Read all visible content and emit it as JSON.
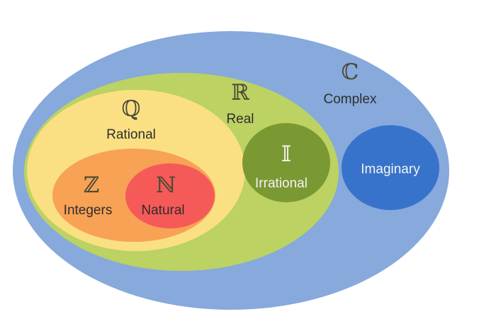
{
  "diagram": {
    "sets": {
      "complex": {
        "symbol": "ℂ",
        "name": "Complex",
        "color": "#87a9dc"
      },
      "real": {
        "symbol": "ℝ",
        "name": "Real",
        "color": "#bcd262"
      },
      "rational": {
        "symbol": "ℚ",
        "name": "Rational",
        "color": "#fbe083"
      },
      "integers": {
        "symbol": "ℤ",
        "name": "Integers",
        "color": "#f8a255"
      },
      "natural": {
        "symbol": "ℕ",
        "name": "Natural",
        "color": "#f55a58"
      },
      "irrational": {
        "symbol": "𝕀",
        "name": "Irrational",
        "color": "#7b9933"
      },
      "imaginary": {
        "name": "Imaginary",
        "color": "#3873cb"
      }
    }
  }
}
